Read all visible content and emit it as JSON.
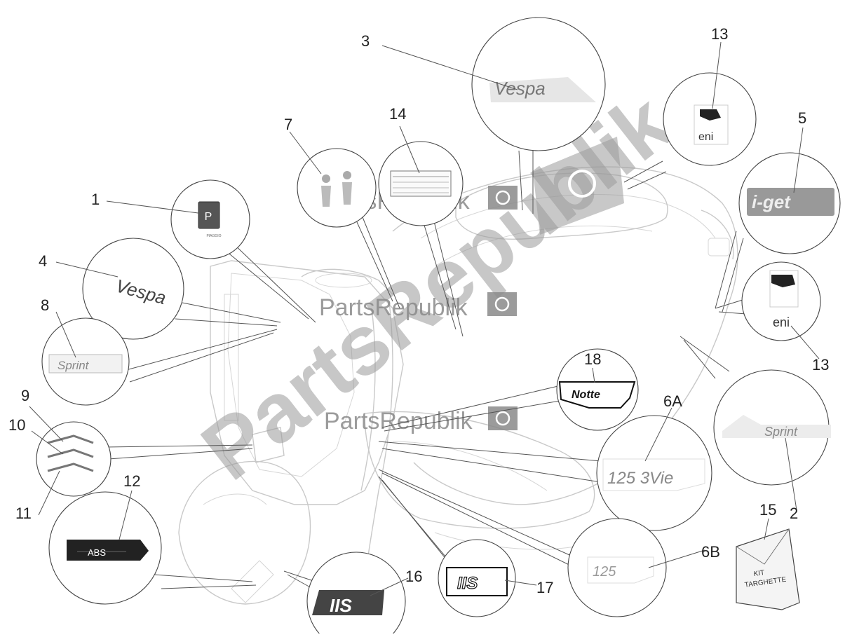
{
  "callouts": [
    {
      "id": "1",
      "label": "1"
    },
    {
      "id": "2",
      "label": "2"
    },
    {
      "id": "3",
      "label": "3"
    },
    {
      "id": "4",
      "label": "4"
    },
    {
      "id": "5",
      "label": "5"
    },
    {
      "id": "6A",
      "label": "6A"
    },
    {
      "id": "6B",
      "label": "6B"
    },
    {
      "id": "7",
      "label": "7"
    },
    {
      "id": "8",
      "label": "8"
    },
    {
      "id": "9",
      "label": "9"
    },
    {
      "id": "10",
      "label": "10"
    },
    {
      "id": "11",
      "label": "11"
    },
    {
      "id": "12",
      "label": "12"
    },
    {
      "id": "13a",
      "label": "13"
    },
    {
      "id": "13b",
      "label": "13"
    },
    {
      "id": "14",
      "label": "14"
    },
    {
      "id": "15",
      "label": "15"
    },
    {
      "id": "16",
      "label": "16"
    },
    {
      "id": "17",
      "label": "17"
    },
    {
      "id": "18",
      "label": "18"
    }
  ],
  "decals": {
    "vespa_script": "Vespa",
    "piaggio_small": "PIAGGIO",
    "sprint": "Sprint",
    "iget": "i-get",
    "eni": "eni",
    "notte": "Notte",
    "abs": "ABS",
    "cc125_3vie": "125 3Vie",
    "cc125": "125",
    "iis": "IIS",
    "kit_line1": "KIT",
    "kit_line2": "TARGHETTE"
  },
  "watermark": {
    "big": "PartsRepublik",
    "small": "PartsRepublik"
  }
}
